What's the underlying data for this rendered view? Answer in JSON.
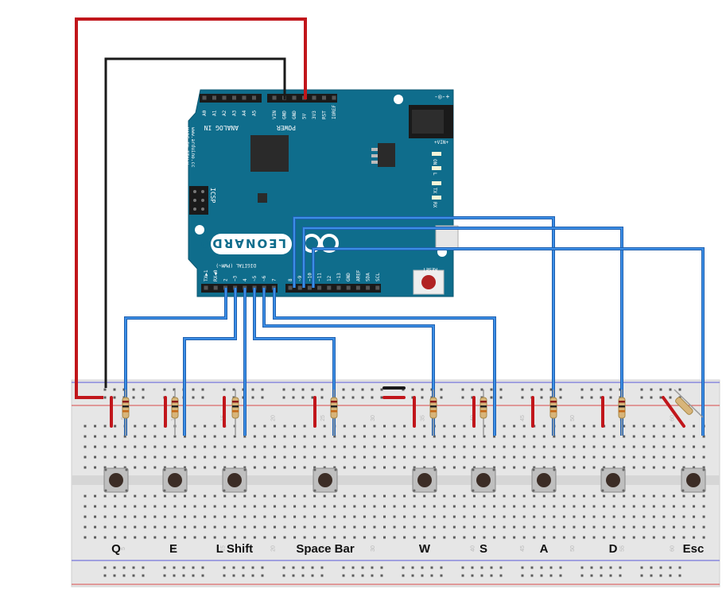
{
  "board": {
    "logo": "LEONARDO",
    "made_in": "MADE IN ITALY",
    "website": "www.arduino.cc",
    "analog_title": "ANALOG IN",
    "power_title": "POWER",
    "digital_title": "DIGITAL (PWM~)",
    "reset_label": "RESET",
    "icsp_label": "ICSP",
    "vin_label": "+VIN+",
    "led_labels": [
      "ON",
      "L",
      "TX",
      "RX"
    ],
    "analog_pins": [
      "A5",
      "A4",
      "A3",
      "A2",
      "A1",
      "A0"
    ],
    "power_pins": [
      "VIN",
      "GND",
      "GND",
      "5V",
      "3V3",
      "RST",
      "IOREF"
    ],
    "digital_pins_left": [
      "TX▶1",
      "RX◀0",
      "2",
      "~3",
      "4",
      "~5",
      "~6",
      "7"
    ],
    "digital_pins_right": [
      "8",
      "~9",
      "~10",
      "~11",
      "12",
      "~13",
      "GND",
      "AREF",
      "SDA",
      "SCL"
    ]
  },
  "breadboard": {
    "column_numbers": [
      "5",
      "10",
      "15",
      "20",
      "25",
      "30",
      "35",
      "40",
      "45",
      "50",
      "55",
      "60"
    ]
  },
  "buttons": [
    "Q",
    "E",
    "L Shift",
    "Space Bar",
    "W",
    "S",
    "A",
    "D",
    "Esc"
  ],
  "colors": {
    "board_teal": "#0f6d8c",
    "wire_blue": "#2a77d0",
    "wire_red": "#c1161b",
    "wire_black": "#1a1a1a",
    "breadboard": "#e8e8e8"
  }
}
